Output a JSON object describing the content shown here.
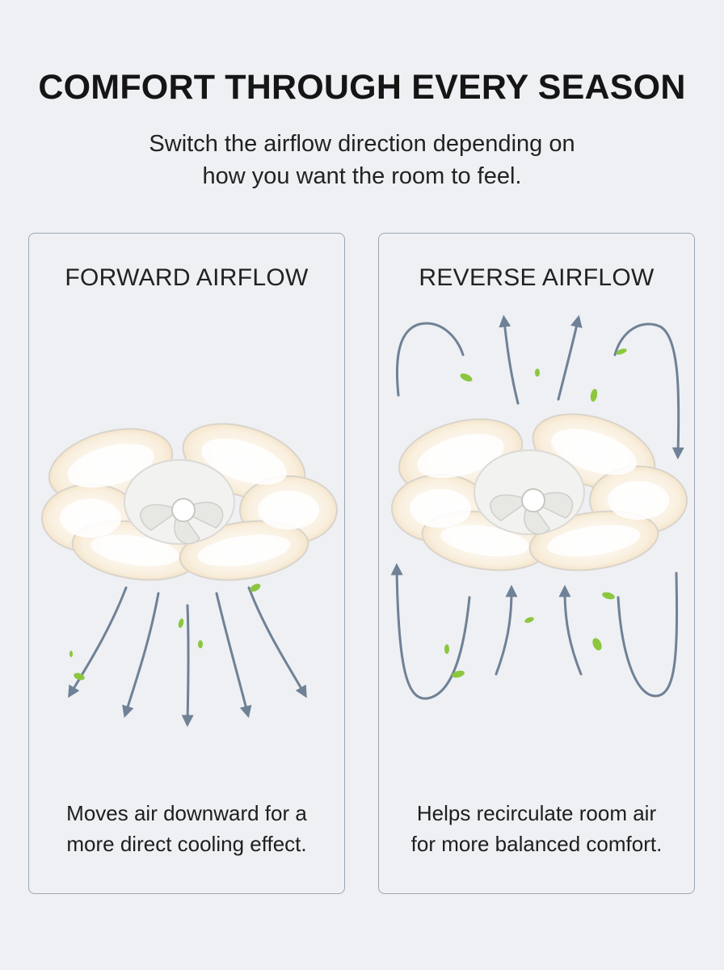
{
  "header": {
    "title": "COMFORT THROUGH EVERY SEASON",
    "subtitle_line1": "Switch the airflow direction depending on",
    "subtitle_line2": "how you want the room to feel."
  },
  "panels": [
    {
      "title": "FORWARD AIRFLOW",
      "desc_line1": "Moves air downward for a",
      "desc_line2": "more direct cooling effect."
    },
    {
      "title": "REVERSE AIRFLOW",
      "desc_line1": "Helps recirculate room air",
      "desc_line2": "for more balanced comfort."
    }
  ],
  "colors": {
    "background": "#eef0f3",
    "panel_border": "#9aa7b6",
    "arrow": "#6f8196",
    "leaf": "#8cc63f",
    "fan_glow": "#f6e2c3"
  },
  "icons": [
    "ceiling-fan-light",
    "airflow-arrow",
    "leaf"
  ]
}
